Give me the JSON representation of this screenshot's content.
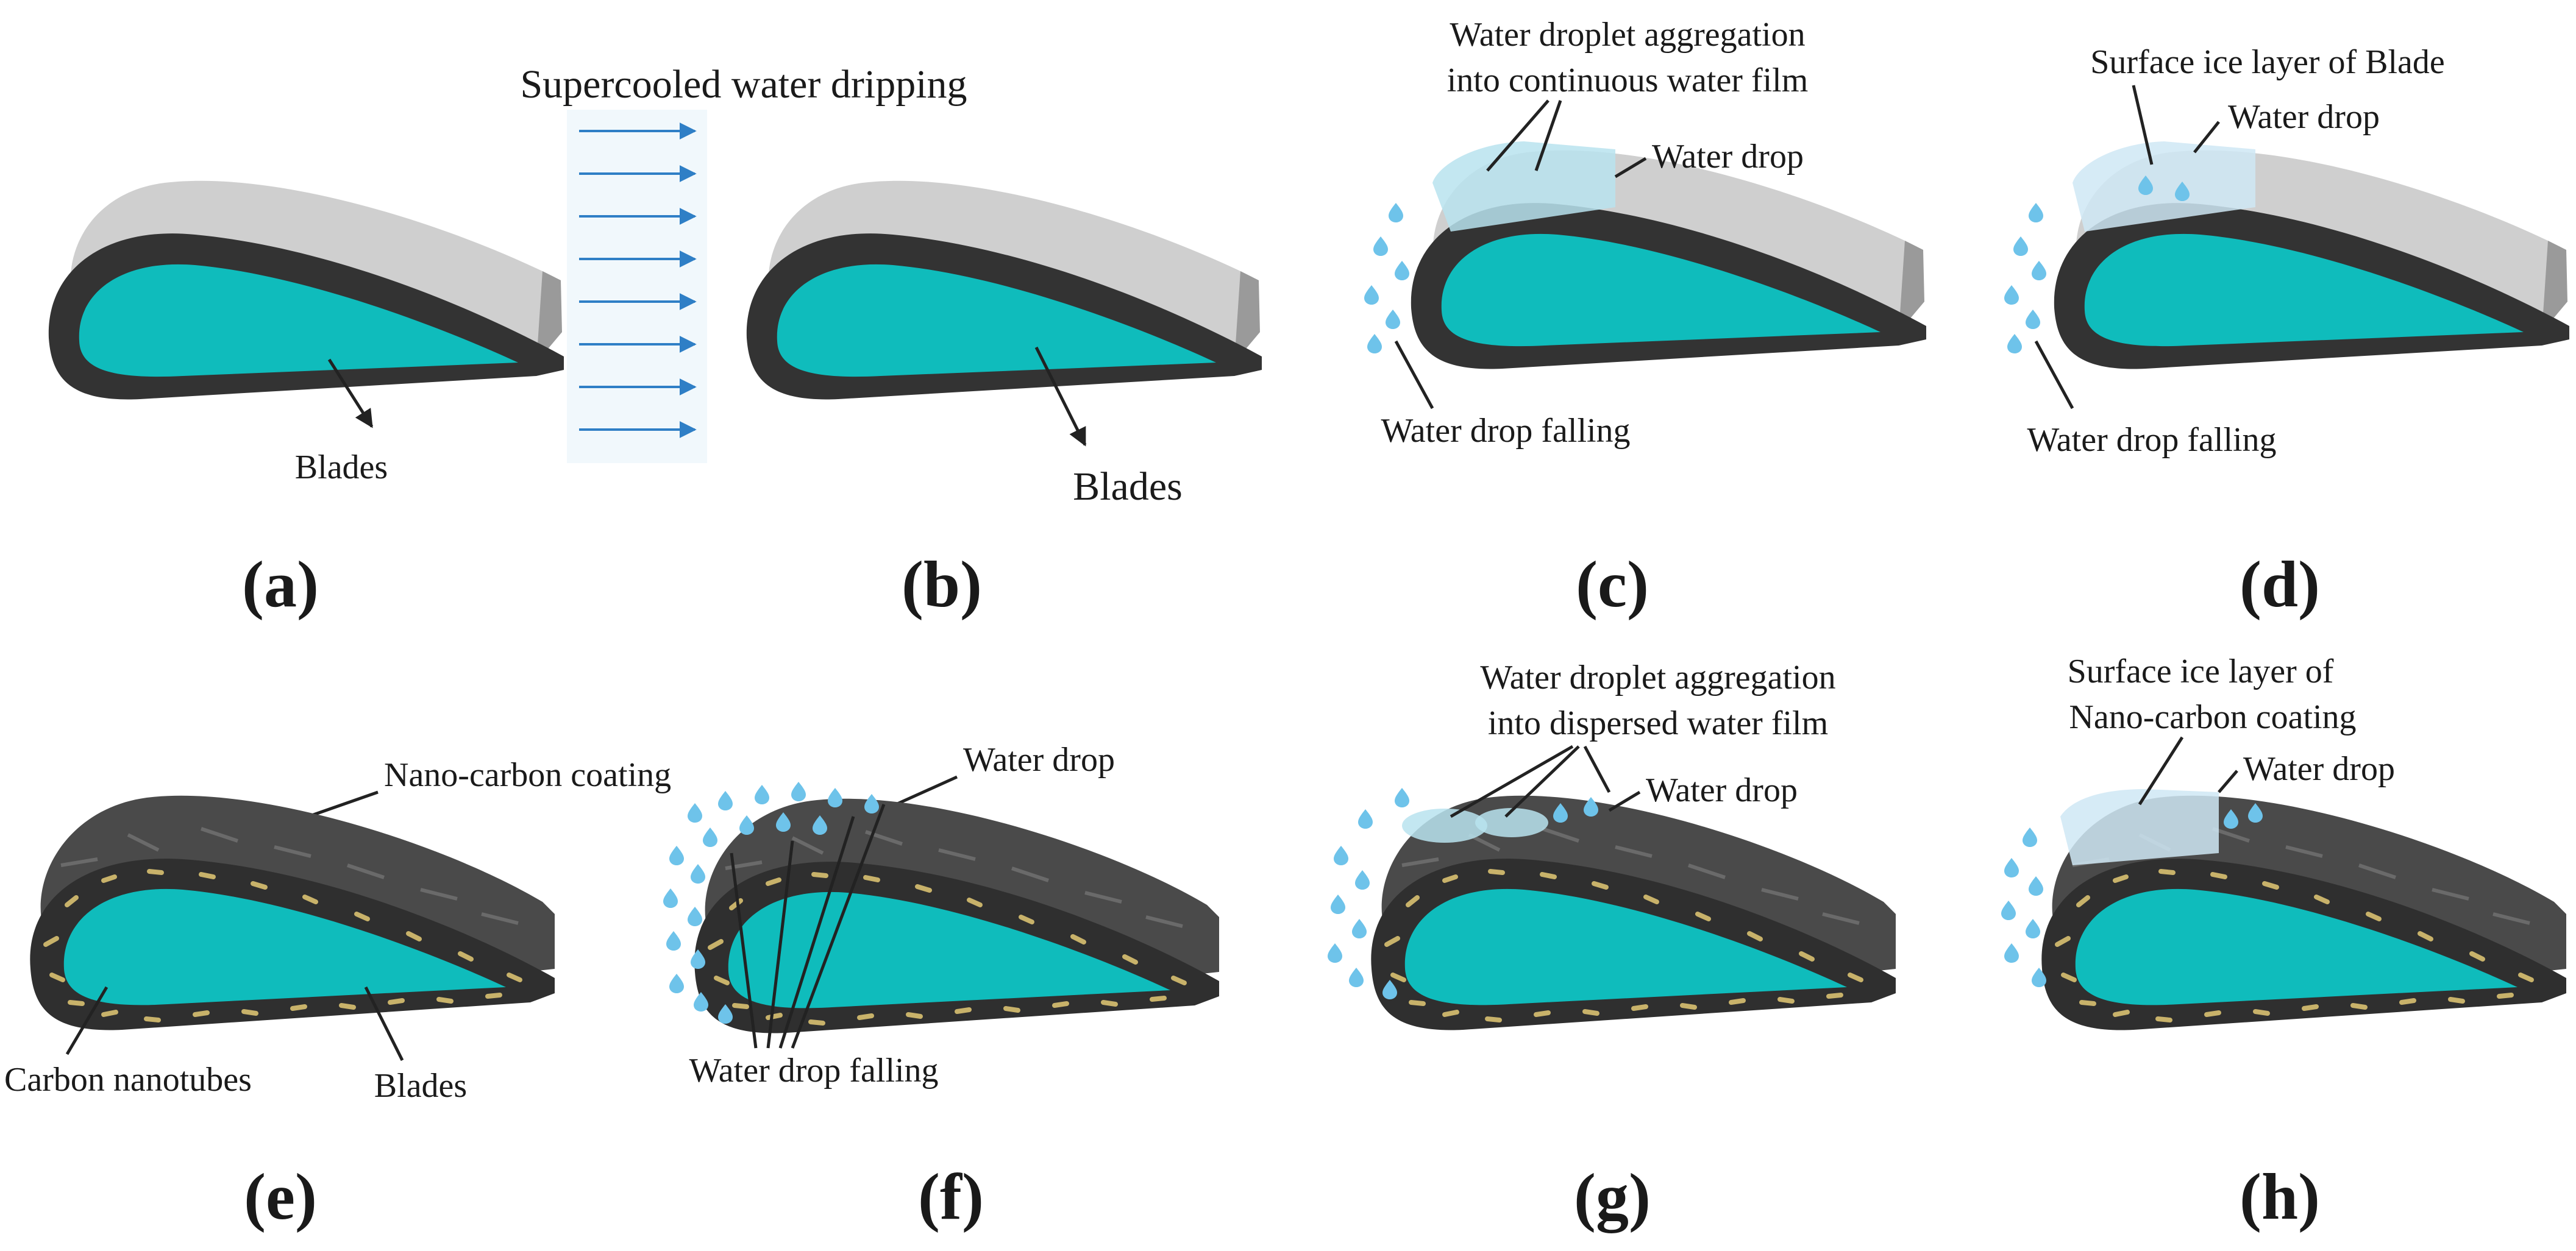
{
  "figure": {
    "panels": [
      {
        "id": "a",
        "tag": "(a)",
        "labels": {
          "blades": "Blades"
        }
      },
      {
        "id": "b",
        "tag": "(b)",
        "labels": {
          "dripping": "Supercooled water dripping",
          "blades": "Blades"
        }
      },
      {
        "id": "c",
        "tag": "(c)",
        "labels": {
          "agg1": "Water droplet aggregation",
          "agg2": "into continuous water film",
          "drop": "Water drop",
          "falling": "Water drop falling"
        }
      },
      {
        "id": "d",
        "tag": "(d)",
        "labels": {
          "ice": "Surface ice layer of Blade",
          "drop": "Water drop",
          "falling": "Water drop falling"
        }
      },
      {
        "id": "e",
        "tag": "(e)",
        "labels": {
          "coating": "Nano-carbon coating",
          "cnt": "Carbon nanotubes",
          "blades": "Blades"
        }
      },
      {
        "id": "f",
        "tag": "(f)",
        "labels": {
          "drop": "Water drop",
          "falling": "Water drop falling"
        }
      },
      {
        "id": "g",
        "tag": "(g)",
        "labels": {
          "agg1": "Water droplet aggregation",
          "agg2": "into dispersed water film",
          "drop": "Water drop"
        }
      },
      {
        "id": "h",
        "tag": "(h)",
        "labels": {
          "ice1": "Surface ice layer of",
          "ice2": "Nano-carbon coating",
          "drop": "Water drop"
        }
      }
    ]
  },
  "colors": {
    "blade_core": "#0fbcbc",
    "blade_rim": "#333333",
    "blade_top": "#cfcfcf",
    "coating": "#4a4a4a",
    "nanotube": "#c8b26a",
    "droplet": "#6ec3ea",
    "film": "#b8e3ee",
    "arrow": "#2f7fc6"
  }
}
